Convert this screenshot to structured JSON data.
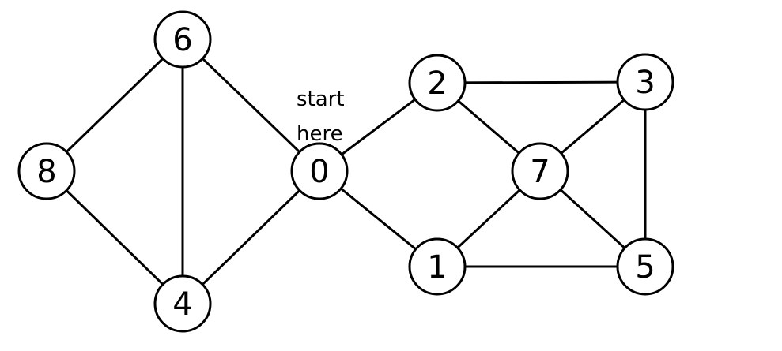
{
  "colors": {
    "background": "#ffffff",
    "stroke": "#000000",
    "text": "#000000"
  },
  "nodes": [
    {
      "id": "6",
      "label": "6"
    },
    {
      "id": "8",
      "label": "8"
    },
    {
      "id": "4",
      "label": "4"
    },
    {
      "id": "0",
      "label": "0"
    },
    {
      "id": "2",
      "label": "2"
    },
    {
      "id": "1",
      "label": "1"
    },
    {
      "id": "7",
      "label": "7"
    },
    {
      "id": "3",
      "label": "3"
    },
    {
      "id": "5",
      "label": "5"
    }
  ],
  "edges": [
    [
      "6",
      "8"
    ],
    [
      "6",
      "4"
    ],
    [
      "6",
      "0"
    ],
    [
      "8",
      "4"
    ],
    [
      "4",
      "0"
    ],
    [
      "0",
      "2"
    ],
    [
      "0",
      "1"
    ],
    [
      "2",
      "3"
    ],
    [
      "2",
      "7"
    ],
    [
      "3",
      "7"
    ],
    [
      "3",
      "5"
    ],
    [
      "7",
      "1"
    ],
    [
      "7",
      "5"
    ],
    [
      "1",
      "5"
    ]
  ],
  "annotation": {
    "line1": "start",
    "line2": "here",
    "target_node": "0"
  }
}
